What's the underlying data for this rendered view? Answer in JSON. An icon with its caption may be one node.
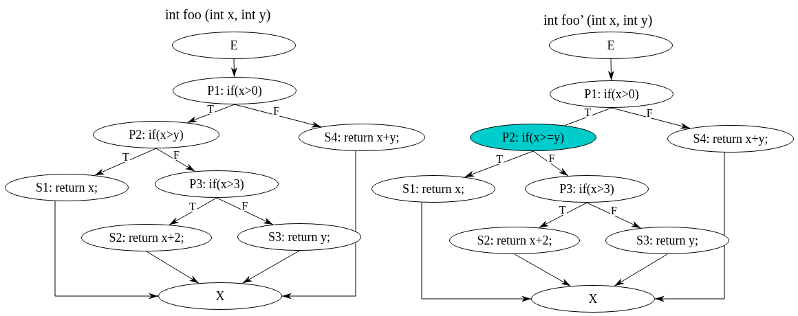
{
  "diagram": {
    "nodes": [
      {
        "text": [
          "E"
        ]
      },
      {
        "text": [
          "P1: if(x>0)"
        ]
      },
      {
        "text": [
          "P2: if(x>y)"
        ]
      },
      {
        "text": [
          "S4: return x+y;"
        ]
      },
      {
        "text": [
          "S1: return x;"
        ]
      },
      {
        "text": [
          "P3: if(x>3)"
        ]
      },
      {
        "text": [
          "S2: return x+2;"
        ]
      },
      {
        "text": [
          "S3: return y;"
        ]
      },
      {
        "text": [
          "X"
        ]
      },
      {
        "text": [
          "E"
        ]
      },
      {
        "text": [
          "P1: if(x>0)"
        ]
      },
      {
        "text": [
          "P2: if(x>=y)"
        ]
      },
      {
        "text": [
          "S4: return x+y;"
        ]
      },
      {
        "text": [
          "S1: return x;"
        ]
      },
      {
        "text": [
          "P3: if(x>3)"
        ]
      },
      {
        "text": [
          "S2: return x+2;"
        ]
      },
      {
        "text": [
          "S3: return y;"
        ]
      },
      {
        "text": [
          "X"
        ]
      }
    ],
    "edges": [
      {
        "from": 0,
        "to": 1,
        "arrow": "to"
      },
      {
        "from": 1,
        "to": 2,
        "arrow": "to",
        "label": "T"
      },
      {
        "from": 1,
        "to": 3,
        "arrow": "to",
        "label": "F"
      },
      {
        "from": 2,
        "to": 4,
        "arrow": "to",
        "label": "T"
      },
      {
        "from": 2,
        "to": 5,
        "arrow": "to",
        "label": "F"
      },
      {
        "from": 5,
        "to": 6,
        "arrow": "to",
        "label": "T"
      },
      {
        "from": 5,
        "to": 7,
        "arrow": "to",
        "label": "F"
      },
      {
        "from": 6,
        "to": 8,
        "arrow": "to"
      },
      {
        "from": 7,
        "to": 8,
        "arrow": "to"
      },
      {
        "from": 4,
        "to": 8,
        "arrow": "to"
      },
      {
        "from": 3,
        "to": 8,
        "arrow": "to"
      },
      {
        "from": 9,
        "to": 10,
        "arrow": "to"
      },
      {
        "from": 10,
        "to": 11,
        "arrow": "none",
        "label": "T"
      },
      {
        "from": 10,
        "to": 12,
        "arrow": "to",
        "label": "F"
      },
      {
        "from": 11,
        "to": 13,
        "arrow": "to",
        "label": "T"
      },
      {
        "from": 11,
        "to": 14,
        "arrow": "to",
        "label": "F"
      },
      {
        "from": 14,
        "to": 15,
        "arrow": "to",
        "label": "T"
      },
      {
        "from": 14,
        "to": 16,
        "arrow": "to",
        "label": "F"
      },
      {
        "from": 15,
        "to": 17,
        "arrow": "to"
      },
      {
        "from": 16,
        "to": 17,
        "arrow": "to"
      },
      {
        "from": 13,
        "to": 17,
        "arrow": "to"
      },
      {
        "from": 12,
        "to": 17,
        "arrow": "to"
      }
    ],
    "labels": [
      "int foo (int x, int y)",
      "int foo’ (int x, int y)"
    ]
  }
}
